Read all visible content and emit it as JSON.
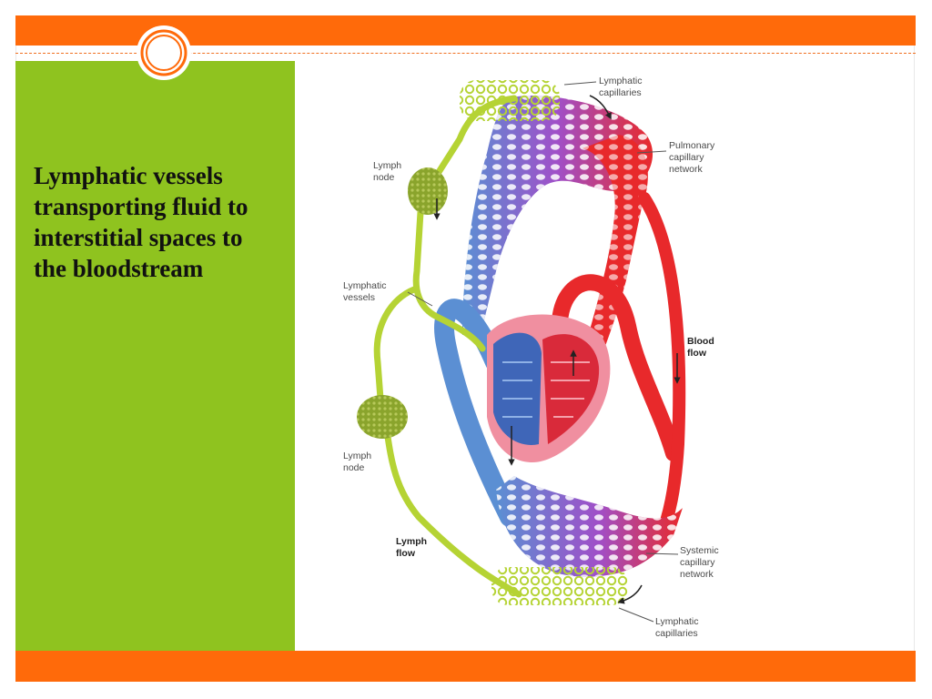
{
  "slide": {
    "title": "Lymphatic vessels transporting fluid to interstitial spaces to the bloodstream",
    "colors": {
      "accent_orange": "#ff6a0a",
      "panel_green": "#8fc31f",
      "lymph_green": "#b5d334",
      "vein_blue": "#5b8fd3",
      "artery_red": "#e8292b",
      "capillary_purple": "#a04fc8",
      "node_green": "#8aa42c"
    }
  },
  "diagram": {
    "labels": {
      "lymphatic_capillaries_top_1": "Lymphatic",
      "lymphatic_capillaries_top_2": "capillaries",
      "pulmonary_1": "Pulmonary",
      "pulmonary_2": "capillary",
      "pulmonary_3": "network",
      "lymph_node_top_1": "Lymph",
      "lymph_node_top_2": "node",
      "lymphatic_vessels_1": "Lymphatic",
      "lymphatic_vessels_2": "vessels",
      "blood_flow_1": "Blood",
      "blood_flow_2": "flow",
      "lymph_node_bottom_1": "Lymph",
      "lymph_node_bottom_2": "node",
      "lymph_flow_1": "Lymph",
      "lymph_flow_2": "flow",
      "systemic_1": "Systemic",
      "systemic_2": "capillary",
      "systemic_3": "network",
      "lymphatic_capillaries_bottom_1": "Lymphatic",
      "lymphatic_capillaries_bottom_2": "capillaries"
    }
  }
}
